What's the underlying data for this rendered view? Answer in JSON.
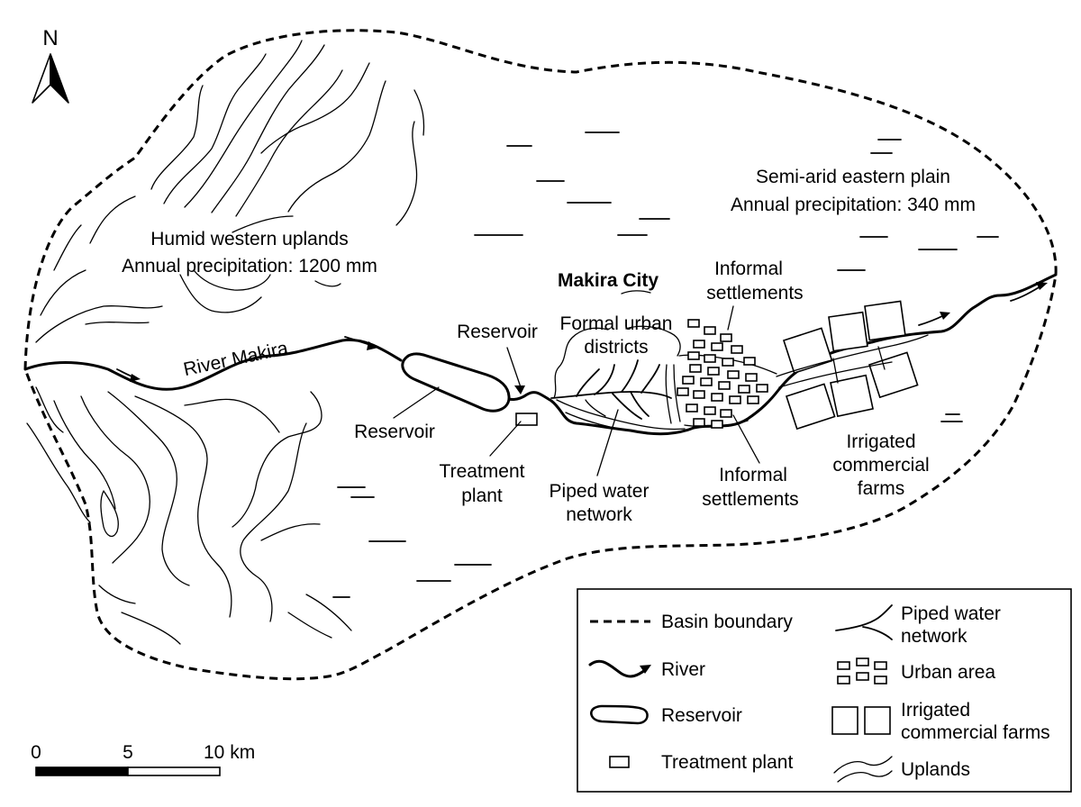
{
  "north_arrow": {
    "label": "N"
  },
  "regions": {
    "west": {
      "name": "Humid western uplands",
      "precip": "Annual precipitation: 1200 mm"
    },
    "east": {
      "name": "Semi-arid eastern plain",
      "precip": "Annual precipitation: 340 mm"
    }
  },
  "labels": {
    "river": "River Makira",
    "reservoir_1": "Reservoir",
    "reservoir_2": "Reservoir",
    "treatment_line1": "Treatment",
    "treatment_line2": "plant",
    "city": "Makira City",
    "formal_line1": "Formal urban",
    "formal_line2": "districts",
    "piped_line1": "Piped water",
    "piped_line2": "network",
    "informal_top_line1": "Informal",
    "informal_top_line2": "settlements",
    "informal_bottom_line1": "Informal",
    "informal_bottom_line2": "settlements",
    "farms_line1": "Irrigated",
    "farms_line2": "commercial",
    "farms_line3": "farms"
  },
  "legend": {
    "basin_boundary": "Basin boundary",
    "river": "River",
    "reservoir": "Reservoir",
    "treatment_plant": "Treatment plant",
    "piped_line1": "Piped water",
    "piped_line2": "network",
    "urban_area": "Urban area",
    "farms_line1": "Irrigated",
    "farms_line2": "commercial farms",
    "uplands": "Uplands"
  },
  "scale_bar": {
    "tick_0": "0",
    "tick_5": "5",
    "tick_10": "10 km"
  }
}
